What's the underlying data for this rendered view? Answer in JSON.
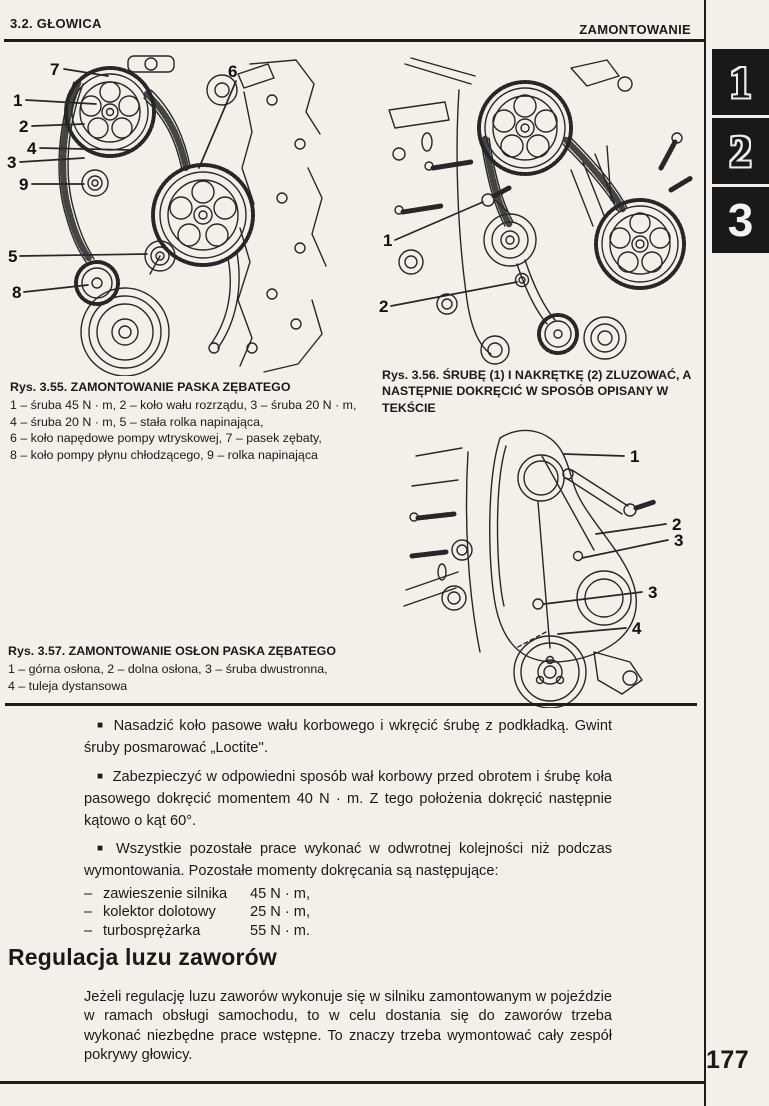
{
  "header": {
    "left": "3.2. GŁOWICA",
    "right": "ZAMONTOWANIE"
  },
  "side_tabs": [
    {
      "label": "1"
    },
    {
      "label": "2"
    },
    {
      "label": "3"
    }
  ],
  "figures": {
    "fig355": {
      "callouts": [
        "7",
        "6",
        "1",
        "2",
        "4",
        "3",
        "9",
        "5",
        "8"
      ]
    },
    "fig356": {
      "callouts": [
        "1",
        "2"
      ]
    },
    "fig357": {
      "callouts": [
        "1",
        "2",
        "3",
        "3",
        "4"
      ]
    }
  },
  "captions": {
    "c355": {
      "label": "Rys. 3.55.",
      "title": "ZAMONTOWANIE PASKA ZĘBATEGO",
      "lines": [
        "1 – śruba 45 N · m, 2 – koło wału rozrządu, 3 – śruba 20 N · m,",
        "4 – śruba 20 N · m, 5 – stała rolka napinająca,",
        "6 – koło napędowe pompy wtryskowej, 7 – pasek zębaty,",
        "8 – koło pompy płynu chłodzącego, 9 – rolka napinająca"
      ]
    },
    "c356": {
      "label": "Rys. 3.56.",
      "title": "ŚRUBĘ (1) I NAKRĘTKĘ (2) ZLUZOWAĆ, A NASTĘPNIE DOKRĘCIĆ W SPOSÓB OPISANY W TEKŚCIE"
    },
    "c357": {
      "label": "Rys. 3.57.",
      "title": "ZAMONTOWANIE OSŁON PASKA ZĘBATEGO",
      "lines": [
        "1 – górna osłona, 2 – dolna osłona, 3 – śruba dwustronna,",
        "4 – tuleja dystansowa"
      ]
    }
  },
  "body": {
    "bullet_marker": "■",
    "dash_marker": "–",
    "bullets": [
      "Nasadzić koło pasowe wału korbowego i wkręcić śrubę z podkładką. Gwint śruby posmarować „Loctite''.",
      "Zabezpieczyć w odpowiedni sposób wał korbowy przed obrotem i śrubę koła pasowego dokręcić momentem 40 N · m. Z tego położenia dokręcić następnie kątowo o kąt 60°.",
      "Wszystkie pozostałe prace wykonać w odwrotnej kolejności niż podczas wymontowania. Pozostałe momenty dokręcania są następujące:"
    ],
    "torques": [
      {
        "label": "zawieszenie silnika",
        "value": "45 N · m,"
      },
      {
        "label": "kolektor dolotowy",
        "value": "25 N · m,"
      },
      {
        "label": "turbosprężarka",
        "value": "55 N · m."
      }
    ]
  },
  "section": {
    "heading": "Regulacja luzu zaworów",
    "paragraph": "Jeżeli regulację luzu zaworów wykonuje się w silniku zamontowanym w pojeździe w ramach obsługi samochodu, to w celu dostania się do zaworów trzeba wykonać niezbędne prace wstępne. To znaczy trzeba wymontować cały zespół pokrywy głowicy."
  },
  "footer": {
    "page_number": "177"
  }
}
